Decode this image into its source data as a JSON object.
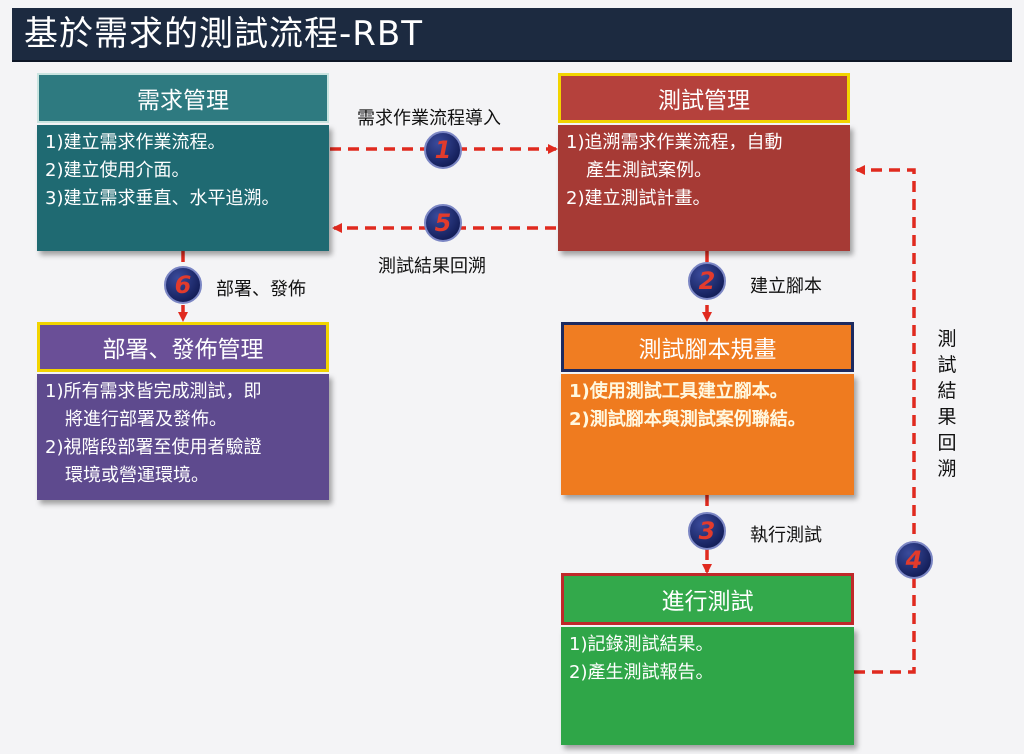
{
  "title": "基於需求的測試流程-RBT",
  "boxes": {
    "req": {
      "title": "需求管理",
      "items": [
        "1)建立需求作業流程。",
        "2)建立使用介面。",
        "3)建立需求垂直、水平追溯。"
      ],
      "head_color": "#2e7a80",
      "body_color": "#1f6a72"
    },
    "test": {
      "title": "測試管理",
      "items": [
        "1)追溯需求作業流程，自動",
        "產生測試案例。",
        "2)建立測試計畫。"
      ],
      "head_color": "#b5413c",
      "body_color": "#a63a35"
    },
    "deploy": {
      "title": "部署、發佈管理",
      "items": [
        "1)所有需求皆完成測試，即",
        "將進行部署及發佈。",
        "2)視階段部署至使用者驗證",
        "環境或營運環境。"
      ],
      "head_color": "#6a4f97",
      "body_color": "#5e4a8e"
    },
    "script": {
      "title": "測試腳本規畫",
      "items": [
        "1)使用測試工具建立腳本。",
        "2)測試腳本與測試案例聯結。"
      ],
      "head_color": "#f07d22",
      "body_color": "#ef7b1f"
    },
    "exec": {
      "title": "進行測試",
      "items": [
        "1)記錄測試結果。",
        "2)產生測試報告。"
      ],
      "head_color": "#33a94b",
      "body_color": "#2fa648"
    }
  },
  "edges": {
    "e1": {
      "num": "1",
      "label": "需求作業流程導入"
    },
    "e2": {
      "num": "2",
      "label": "建立腳本"
    },
    "e3": {
      "num": "3",
      "label": "執行測試"
    },
    "e4": {
      "num": "4",
      "label_chars": [
        "測",
        "試",
        "結",
        "果",
        "回",
        "溯"
      ]
    },
    "e5": {
      "num": "5",
      "label": "測試結果回溯"
    },
    "e6": {
      "num": "6",
      "label": "部署、發佈"
    }
  },
  "colors": {
    "arrow": "#e02a1f",
    "title_bar": "#1c2a40",
    "highlight_border": "#f2d400"
  }
}
